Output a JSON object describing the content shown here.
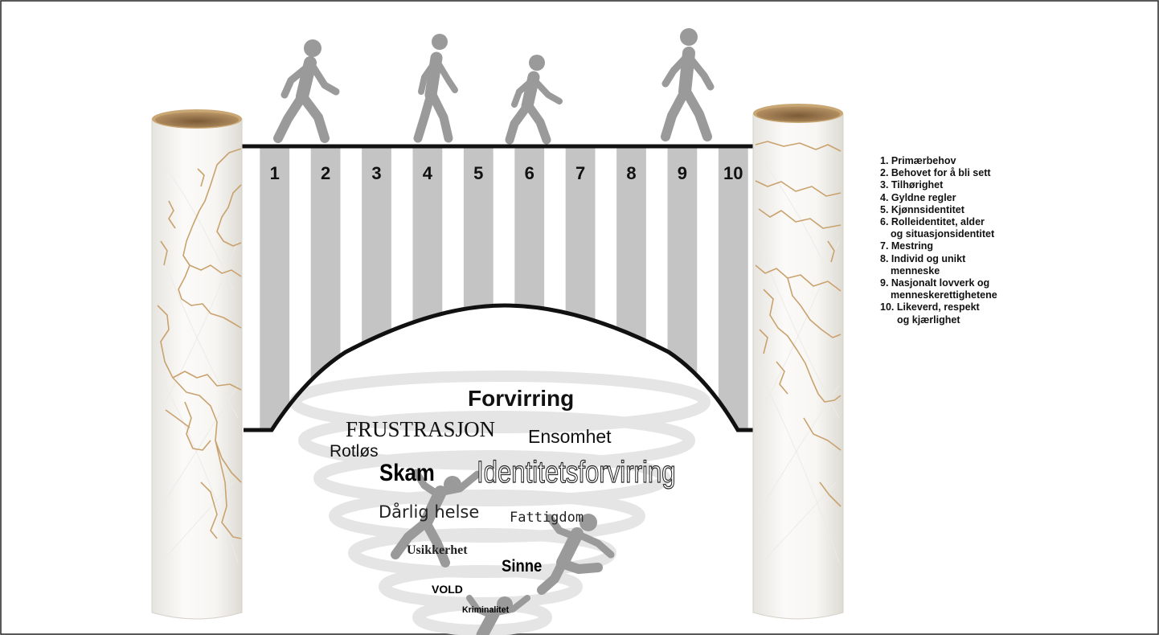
{
  "bridge_numbers": [
    "1",
    "2",
    "3",
    "4",
    "5",
    "6",
    "7",
    "8",
    "9",
    "10"
  ],
  "legend": [
    {
      "line1": "1. Primærbehov"
    },
    {
      "line1": "2. Behovet for å bli sett"
    },
    {
      "line1": "3. Tilhørighet"
    },
    {
      "line1": "4. Gyldne regler"
    },
    {
      "line1": "5. Kjønnsidentitet"
    },
    {
      "line1": "6. Rolleidentitet, alder",
      "line2": "og situasjonsidentitet"
    },
    {
      "line1": "7. Mestring"
    },
    {
      "line1": "8. Individ og unikt",
      "line2": "menneske"
    },
    {
      "line1": "9. Nasjonalt lovverk og",
      "line2": "menneskerettighetene"
    },
    {
      "line1": "10. Likeverd, respekt",
      "line2": "og kjærlighet"
    }
  ],
  "words": {
    "forvirring": "Forvirring",
    "frustrasjon": "FRUSTRASJON",
    "ensomhet": "Ensomhet",
    "rotlos": "Rotløs",
    "skam": "Skam",
    "identitetsforvirring": "Identitetsforvirring",
    "darlig_helse": "Dårlig helse",
    "fattigdom": "Fattigdom",
    "usikkerhet": "Usikkerhet",
    "sinne": "Sinne",
    "vold": "VOLD",
    "kriminalitet": "Kriminalitet"
  },
  "colors": {
    "stripe_gray": "#c4c4c4",
    "figure_gray": "#9a9a9a",
    "map_line": "#c9a26e",
    "pillar_top": "#b08a5e",
    "deck": "#111111"
  }
}
